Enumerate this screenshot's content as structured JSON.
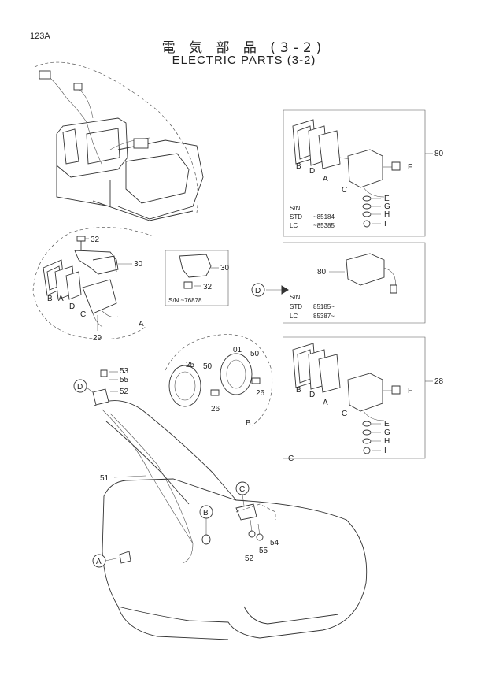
{
  "header": {
    "page_number": "123A",
    "title_jp": "電 気 部 品 (3-2)",
    "title_en": "ELECTRIC PARTS (3-2)"
  },
  "box_80": {
    "sn_label": "S/N",
    "std_label": "STD",
    "std_value": "~85184",
    "lc_label": "LC",
    "lc_value": "~85385",
    "callout": "80",
    "letters": [
      "B",
      "D",
      "A",
      "C",
      "F",
      "E",
      "G",
      "H",
      "I"
    ]
  },
  "box_80b": {
    "callout": "80",
    "sn_label": "S/N",
    "std_label": "STD",
    "std_value": "85185~",
    "lc_label": "LC",
    "lc_value": "85387~"
  },
  "box_28": {
    "callout": "28",
    "letters": [
      "B",
      "D",
      "A",
      "C",
      "F",
      "E",
      "G",
      "H",
      "I"
    ],
    "section_label": "C"
  },
  "detail_a": {
    "labels": [
      "32",
      "30",
      "B",
      "A",
      "D",
      "C",
      "29",
      "A"
    ]
  },
  "detail_a_inset": {
    "labels": [
      "30",
      "32"
    ],
    "sn_text": "S/N ~76878"
  },
  "detail_b": {
    "labels": [
      "25",
      "50",
      "01",
      "50",
      "26",
      "26",
      "B"
    ]
  },
  "main": {
    "labels": [
      "53",
      "55",
      "52",
      "51",
      "54",
      "55",
      "52"
    ],
    "circles": [
      "D",
      "D",
      "C",
      "B",
      "A"
    ]
  }
}
